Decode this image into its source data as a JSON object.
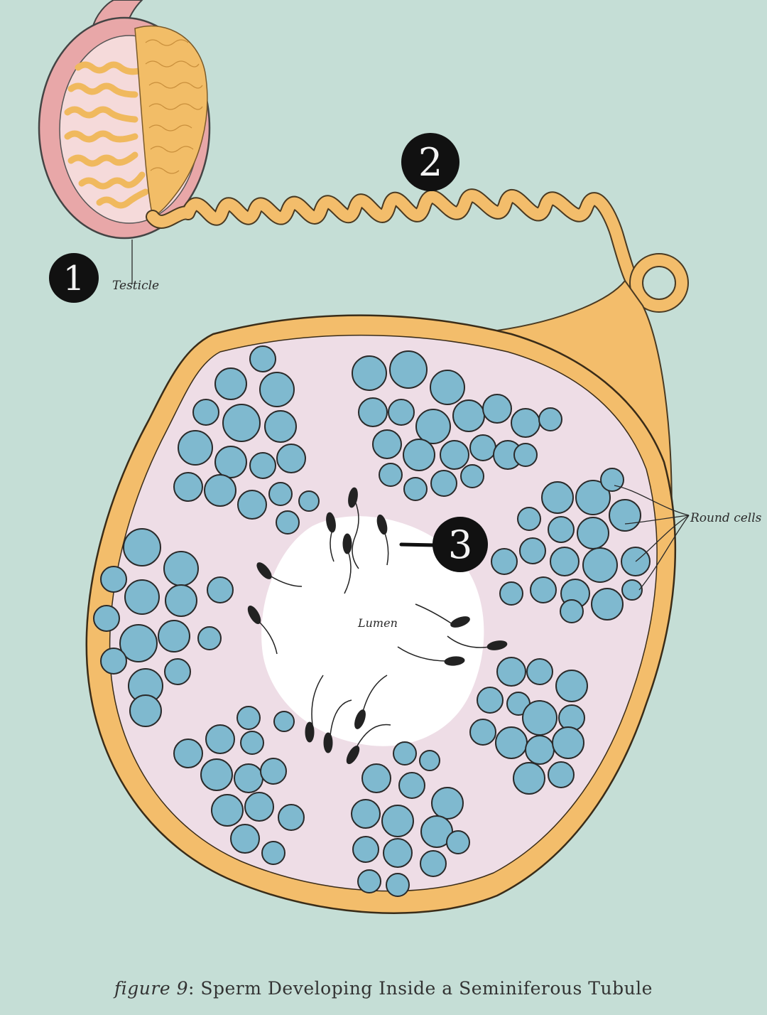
{
  "labels": {
    "testicle": "Testicle",
    "round_cells": "Round cells",
    "lumen": "Lumen"
  },
  "markers": {
    "m1": "1",
    "m2": "2",
    "m3": "3"
  },
  "caption": {
    "figure": "figure 9",
    "sep": ": ",
    "title": "Sperm Developing Inside a Seminiferous Tubule"
  },
  "colors": {
    "background": "#c5ded6",
    "tubule": "#f3bd6b",
    "tubule_inside": "#eedde6",
    "cell": "#7fb9cf",
    "testis": "#e8a7a8",
    "lumen": "#ffffff",
    "marker": "#111111"
  }
}
